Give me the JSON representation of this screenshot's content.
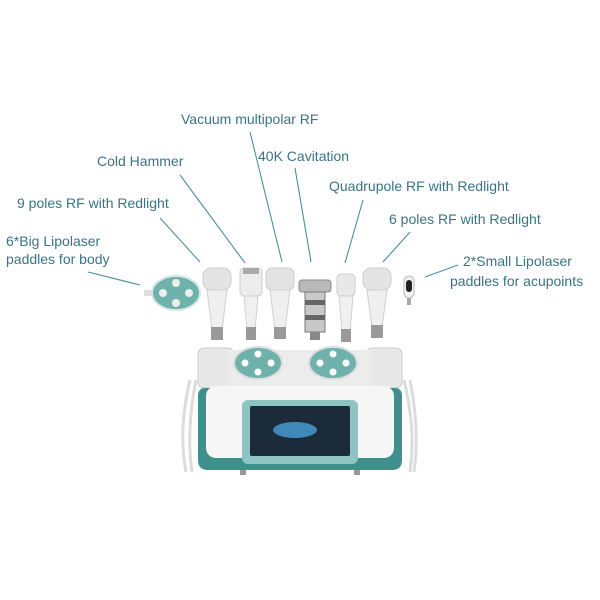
{
  "labels": {
    "vacuum": "Vacuum multipolar RF",
    "cold_hammer": "Cold Hammer",
    "cavitation": "40K Cavitation",
    "nine_poles": "9 poles RF with Redlight",
    "quadrupole": "Quadrupole RF with Redlight",
    "six_poles": "6 poles RF with Redlight",
    "big_lipo_line1": "6*Big Lipolaser",
    "big_lipo_line2": "paddles for body",
    "small_lipo_line1": "2*Small Lipolaser",
    "small_lipo_line2": "paddles for acupoints"
  },
  "colors": {
    "label": "#3a7482",
    "teal": "#3f8f8c",
    "panel": "#8ec5c2",
    "screen": "#1c2b3a"
  }
}
